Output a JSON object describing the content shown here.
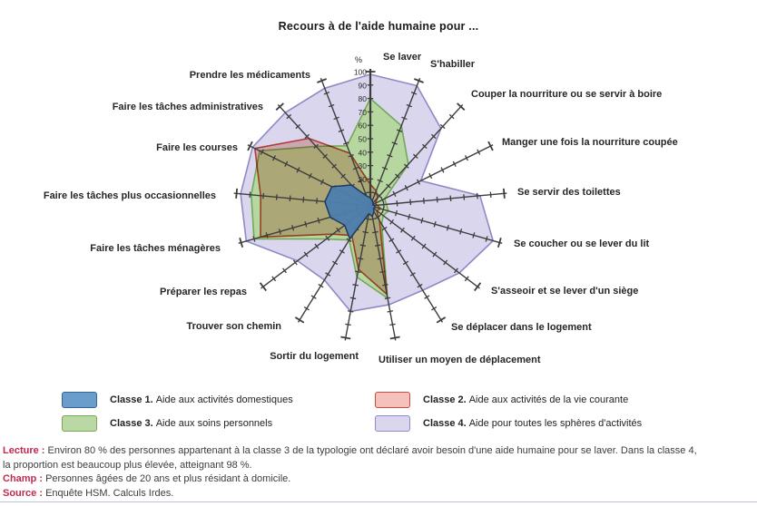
{
  "title": "Recours à de l'aide humaine pour ...",
  "chart_data": {
    "type": "radar",
    "title": "Recours à de l'aide humaine pour ...",
    "unit_label": "%",
    "rmax": 100,
    "axis_ticks": [
      100,
      90,
      80,
      70,
      60,
      50,
      40,
      30,
      20
    ],
    "grid": "radial-ticks-only",
    "legend_position": "bottom",
    "categories": [
      "Se laver",
      "S'habiller",
      "Couper la nourriture ou se servir à boire",
      "Manger une fois la nourriture coupée",
      "Se servir des toilettes",
      "Se coucher ou se lever du lit",
      "S'asseoir et se lever d'un siège",
      "Se déplacer dans le logement",
      "Utiliser un moyen de déplacement",
      "Sortir du logement",
      "Trouver son chemin",
      "Préparer les repas",
      "Faire les tâches ménagères",
      "Faire les tâches plus occasionnelles",
      "Faire les courses",
      "Faire les tâches administratives",
      "Prendre les médicaments"
    ],
    "series": [
      {
        "name": "Classe 1",
        "description": "Aide aux activités domestiques",
        "fill": "#4d7fac",
        "stroke": "#1f3a60",
        "opacity": 0.96,
        "blend": "normal",
        "values": [
          6,
          4,
          3,
          2,
          3,
          4,
          3,
          5,
          8,
          6,
          29,
          24,
          31,
          34,
          32,
          21,
          8
        ]
      },
      {
        "name": "Classe 2",
        "description": "Aide aux activités de la vie courante",
        "fill": "#efc3ba",
        "stroke": "#cf4937",
        "opacity": 0.95,
        "blend": "multiply",
        "values": [
          16,
          12,
          8,
          4,
          5,
          8,
          6,
          13,
          67,
          48,
          26,
          35,
          85,
          82,
          96,
          68,
          42
        ]
      },
      {
        "name": "Classe 3",
        "description": "Aide aux soins personnels",
        "fill": "#b7d7a0",
        "stroke": "#74a757",
        "opacity": 1,
        "blend": "normal",
        "values": [
          80,
          64,
          42,
          12,
          12,
          14,
          12,
          16,
          70,
          54,
          30,
          41,
          90,
          89,
          92,
          60,
          48
        ]
      },
      {
        "name": "Classe 4",
        "description": "Aide pour toutes les sphères d'activités",
        "fill": "#d9d6ee",
        "stroke": "#8d8ac6",
        "opacity": 1,
        "blend": "normal",
        "values": [
          98,
          96,
          78,
          42,
          82,
          95,
          83,
          74,
          75,
          80,
          65,
          68,
          96,
          97,
          98,
          94,
          94
        ]
      }
    ]
  },
  "legend": {
    "items": [
      {
        "classe": "Classe 1.",
        "text": "Aide aux activités domestiques",
        "fill": "#6b9dcb",
        "stroke": "#33659d"
      },
      {
        "classe": "Classe 2.",
        "text": "Aide aux activités de la vie courante",
        "fill": "#f4c1bb",
        "stroke": "#cd4a42"
      },
      {
        "classe": "Classe 3.",
        "text": "Aide aux soins personnels",
        "fill": "#b9d8a3",
        "stroke": "#77aa55"
      },
      {
        "classe": "Classe 4.",
        "text": "Aide pour toutes les sphères d'activités",
        "fill": "#d9d6ee",
        "stroke": "#8e8bc7"
      }
    ]
  },
  "notes": {
    "lecture_label": "Lecture :",
    "lecture_line1": "Environ 80 % des personnes appartenant à la classe 3 de la typologie ont déclaré avoir besoin d'une aide humaine pour se laver. Dans la classe 4,",
    "lecture_line2": "la proportion est beaucoup plus élevée, atteignant 98 %.",
    "champ_label": "Champ :",
    "champ_text": "Personnes âgées de 20 ans et plus résidant à domicile.",
    "source_label": "Source :",
    "source_text": "Enquête HSM. Calculs Irdes."
  }
}
